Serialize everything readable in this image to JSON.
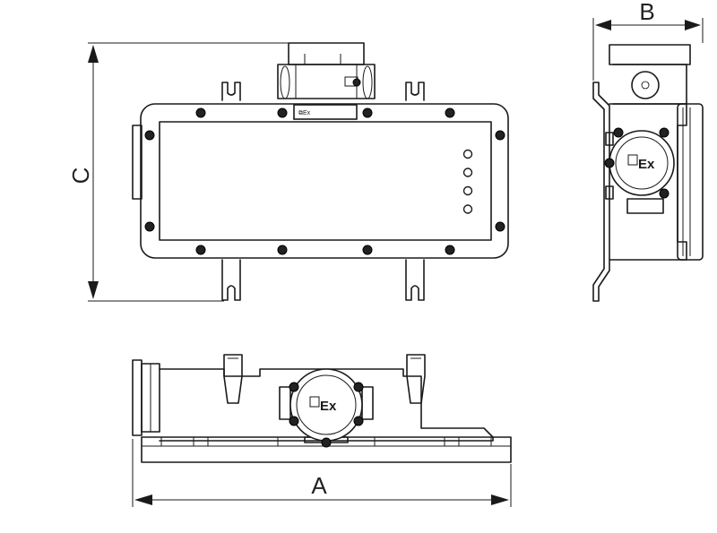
{
  "dimensions": {
    "width_label": "A",
    "depth_label": "B",
    "height_label": "C"
  },
  "marking": {
    "ex_logo_text": "Ex"
  },
  "front_view": {
    "indicator_lamp_count": 4
  }
}
